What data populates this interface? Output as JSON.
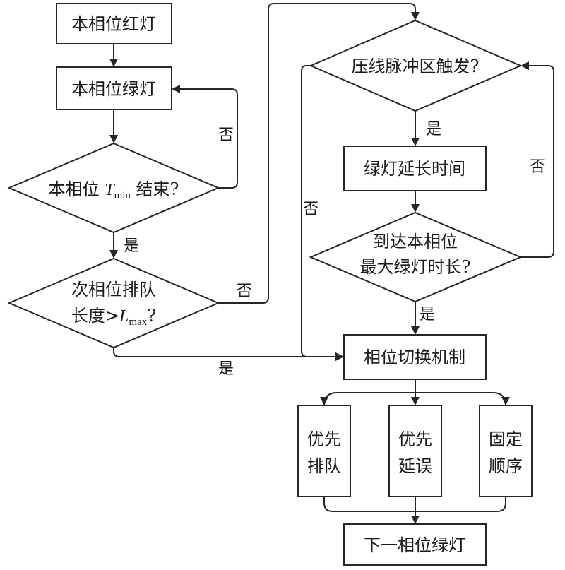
{
  "nodes": {
    "red_light": "本相位红灯",
    "green_light": "本相位绿灯",
    "tmin_end": {
      "prefix": "本相位 ",
      "symbol": "T",
      "subscript": "min",
      "suffix": " 结束?"
    },
    "queue_check": {
      "line1": "次相位排队",
      "line2_prefix": "长度>",
      "symbol": "L",
      "subscript": "max",
      "suffix": "?"
    },
    "pulse_trigger": "压线脉冲区触发?",
    "green_extend": "绿灯延长时间",
    "max_green": {
      "line1": "到达本相位",
      "line2": "最大绿灯时长?"
    },
    "phase_switch": "相位切换机制",
    "priority_queue": {
      "line1": "优先",
      "line2": "排队"
    },
    "priority_delay": {
      "line1": "优先",
      "line2": "延误"
    },
    "fixed_order": {
      "line1": "固定",
      "line2": "顺序"
    },
    "next_green": "下一相位绿灯"
  },
  "edge_labels": {
    "tmin_no": "否",
    "tmin_yes": "是",
    "queue_no": "否",
    "queue_yes": "是",
    "pulse_yes": "是",
    "pulse_no": "否",
    "max_no": "否",
    "max_yes": "是"
  }
}
